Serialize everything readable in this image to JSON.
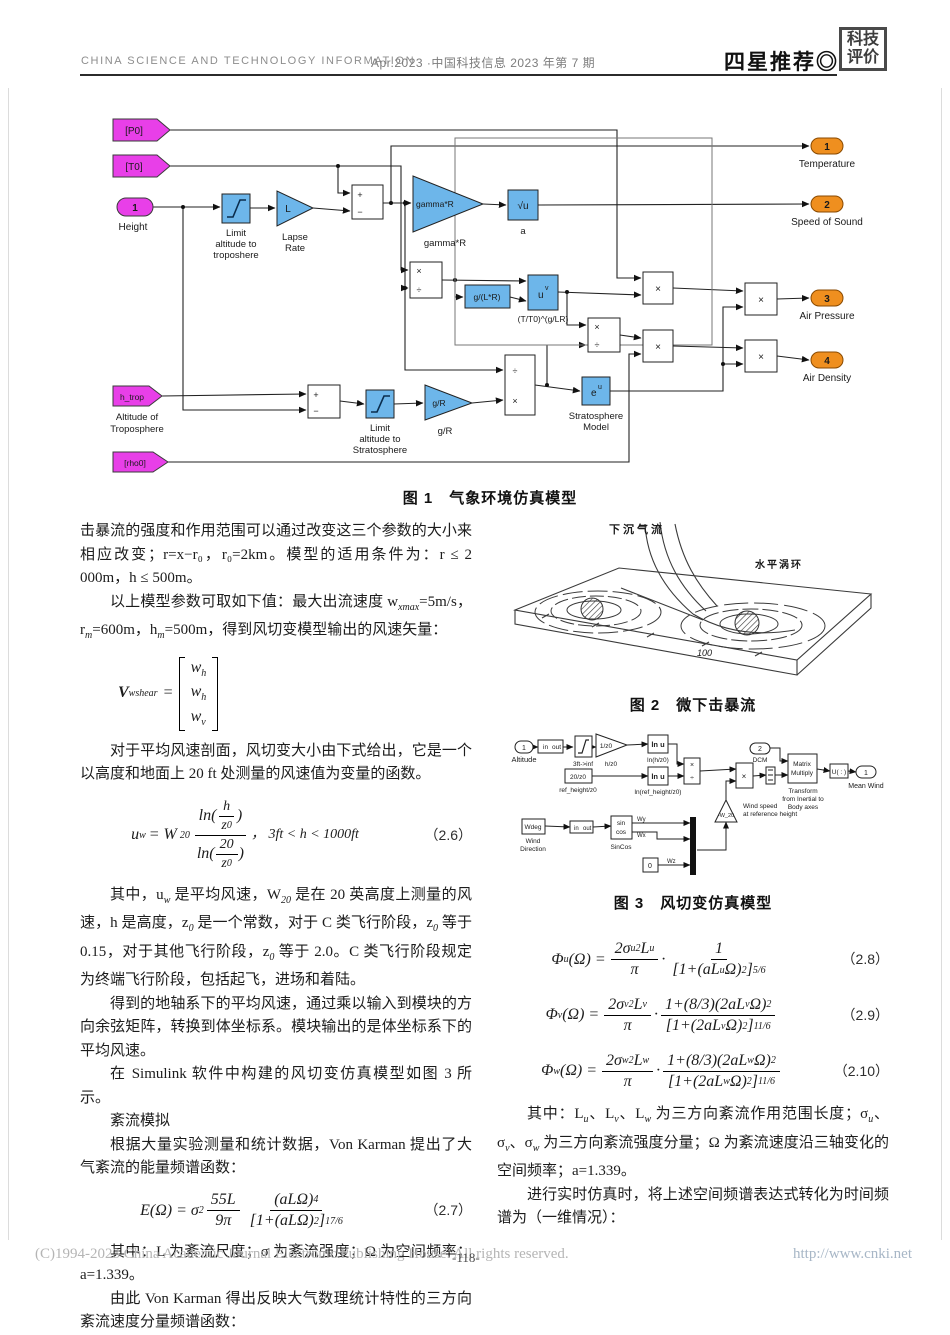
{
  "header": {
    "journal_en": "CHINA SCIENCE AND TECHNOLOGY INFORMATION",
    "issue": "Apr.2023 ·中国科技信息 2023 年第 7 期",
    "badge": "四星推荐◎",
    "logo_line1": "科技",
    "logo_line2": "评价"
  },
  "sym": {
    "times": "×",
    "div": "÷",
    "plus": "+",
    "minus": "−"
  },
  "fig1": {
    "caption": "图 1　气象环境仿真模型",
    "p0": "[P0]",
    "t0": "[T0]",
    "in1": "1",
    "in1_label": "Height",
    "sat1_l1": "Limit",
    "sat1_l2": "altitude  to",
    "sat1_l3": "troposhere",
    "gl": "L",
    "gl_l1": "Lapse",
    "gl_l2": "Rate",
    "ggr": "gamma*R",
    "ggr_label": "gamma*R",
    "sqrt": "√u",
    "sqrt_label": "a",
    "glr": "g/(L*R)",
    "upow_u": "u",
    "upow_v": "v",
    "upow_label": "(T/T0)^(g/LR)",
    "exp_e": "e",
    "exp_u": "u",
    "exp_l1": "Stratosphere",
    "exp_l2": "Model",
    "htrop": "h_trop",
    "htrop_l1": "Altitude of",
    "htrop_l2": "Troposphere",
    "sat2_l1": "Limit",
    "sat2_l2": "altitude  to",
    "sat2_l3": "Stratosphere",
    "ggr2": "g/R",
    "ggr2_label": "g/R",
    "rho0": "[rho0]",
    "out1": "1",
    "out1_label": "Temperature",
    "out2": "2",
    "out2_label": "Speed of Sound",
    "out3": "3",
    "out3_label": "Air Pressure",
    "out4": "4",
    "out4_label": "Air Density"
  },
  "fig2": {
    "caption": "图 2　微下击暴流",
    "label_downdraft": "下沉气流",
    "label_ring": "水平涡环",
    "label_100": "100"
  },
  "fig3": {
    "caption": "图 3　风切变仿真模型",
    "in1": "1",
    "in1_label": "Altitude",
    "io1a": "in",
    "io1b": "out",
    "sat_label": "3ft->inf",
    "g1": "1/z0",
    "g1_label": "h/z0",
    "ln1": "ln u",
    "ln1_label": "ln(h/z0)",
    "c1": "20/z0",
    "c1_label": "ref_height/z0",
    "ln2": "ln u",
    "ln2_label": "ln(ref_height/z0)",
    "dcm": "2",
    "dcm_label": "DCM",
    "mm1": "Matrix",
    "mm2": "Multiply",
    "mm_l1": "Transform",
    "mm_l2": "from Inertial to",
    "mm_l3": "Body axes",
    "sel": "U( : )",
    "out1": "1",
    "out1_label": "Mean Wind",
    "wdeg": "Wdeg",
    "wdeg_l1": "Wind",
    "wdeg_l2": "Direction",
    "io2a": "in",
    "io2b": "out",
    "sc1": "sin",
    "sc2": "cos",
    "sc_label": "SinCos",
    "wy": "Wy",
    "wx": "Wx",
    "zero": "0",
    "wz": "Wz",
    "gw": "-W_20",
    "gw_l1": "Wind speed",
    "gw_l2": "at reference height"
  },
  "left": {
    "p1": "击暴流的强度和作用范围可以通过改变这三个参数的大小来相应改变；r=x−r₀，r₀=2km。模型的适用条件为：r ≤ 2 000m，h ≤ 500m。",
    "p2": [
      "以上模型参数可取如下值：最大出流速度 w",
      "xmax",
      "=5m/s，r",
      "m",
      "=600m，h",
      "m",
      "=500m，得到风切变模型输出的风速矢量："
    ],
    "vec": {
      "V": "V",
      "Vs": "wshear",
      "eq": "=",
      "r1": "w",
      "r1s": "h",
      "r2": "w",
      "r2s": "h",
      "r3": "w",
      "r3s": "v"
    },
    "p3": "对于平均风速剖面，风切变大小由下式给出，它是一个以高度和地面上 20 ft 处测量的风速值为变量的函数。",
    "eq26": {
      "a": "u",
      "as": "w",
      "b": "= W",
      "bs": "20",
      "ln1": "ln(",
      "h": "h",
      "z1": "z",
      "z1s": "0",
      "rp1": ")",
      "ln2": "ln(",
      "n20": "20",
      "z2": "z",
      "z2s": "0",
      "rp2": ")",
      "cond": "，  3ft < h < 1000ft",
      "no": "（2.6）"
    },
    "p4": [
      "其中，u",
      "w",
      " 是平均风速，W",
      "20",
      " 是在 20 英高度上测量的风速，h 是高度，z",
      "0",
      " 是一个常数，对于 C 类飞行阶段，z",
      "0",
      " 等于 0.15，对于其他飞行阶段，z",
      "0",
      " 等于 2.0。C 类飞行阶段规定为终端飞行阶段，包括起飞，进场和着陆。"
    ],
    "p5": "得到的地轴系下的平均风速，通过乘以输入到模块的方向余弦矩阵，转换到体坐标系。模块输出的是体坐标系下的平均风速。",
    "p6": "在 Simulink 软件中构建的风切变仿真模型如图 3 所示。",
    "p7": "紊流模拟",
    "p8": "根据大量实验测量和统计数据，Von Karman 提出了大气紊流的能量频谱函数：",
    "eq27": {
      "a": "E(Ω) = σ",
      "ap": "2",
      "f1n": "55L",
      "f1d": "9π",
      "f2n": "(aLΩ)",
      "f2np": "4",
      "b1": "[1+(aLΩ)",
      "b1p": "2",
      "b2": "]",
      "b2p": "17/6",
      "no": "（2.7）"
    },
    "p9": "其中：L 为紊流尺度；σ 为紊流强度；Ω 为空间频率；a=1.339。",
    "p10": "由此 Von Karman 得出反映大气数理统计特性的三方向紊流速度分量频谱函数："
  },
  "right": {
    "eq28": {
      "phi": "Φ",
      "phis": "u",
      "arg": "(Ω) =",
      "n1": "2σ",
      "n1s": "u",
      "n1p": "2",
      "n2": "L",
      "n2s": "u",
      "d1": "π",
      "dot": "·",
      "one": "1",
      "b1": "[1+(aL",
      "b1s": "u",
      "b2": "Ω)",
      "b2p": "2",
      "b3": "]",
      "b3p": "5/6",
      "no": "（2.8）"
    },
    "eq29": {
      "phi": "Φ",
      "phis": "v",
      "arg": "(Ω) =",
      "n1": "2σ",
      "n1s": "v",
      "n1p": "2",
      "n2": "L",
      "n2s": "v",
      "d1": "π",
      "dot": "·",
      "t1": "1+(8/3)(2aL",
      "t1s": "v",
      "t2": "Ω)",
      "t2p": "2",
      "b1": "[1+(2aL",
      "b1s": "v",
      "b2": "Ω)",
      "b2p": "2",
      "b3": "]",
      "b3p": "11/6",
      "no": "（2.9）"
    },
    "eq30": {
      "phi": "Φ",
      "phis": "w",
      "arg": "(Ω) =",
      "n1": "2σ",
      "n1s": "w",
      "n1p": "2",
      "n2": "L",
      "n2s": "w",
      "d1": "π",
      "dot": "·",
      "t1": "1+(8/3)(2aL",
      "t1s": "w",
      "t2": "Ω)",
      "t2p": "2",
      "b1": "[1+(2aL",
      "b1s": "w",
      "b2": "Ω)",
      "b2p": "2",
      "b3": "]",
      "b3p": "11/6",
      "no": "（2.10）"
    },
    "p1": [
      "其中：L",
      "u",
      "、L",
      "v",
      "、L",
      "w",
      " 为三方向紊流作用范围长度；σ",
      "u",
      "、σ",
      "v",
      "、σ",
      "w",
      " 为三方向紊流强度分量；Ω 为紊流速度沿三轴变化的空间频率；a=1.339。"
    ],
    "p2": "进行实时仿真时，将上述空间频谱表达式转化为时间频谱为（一维情况）："
  },
  "footer": {
    "copyright": "(C)1994-2023 China Academic Journal Electronic Publishing House. All rights reserved.",
    "url": "http://www.cnki.net",
    "page": "-118-"
  }
}
